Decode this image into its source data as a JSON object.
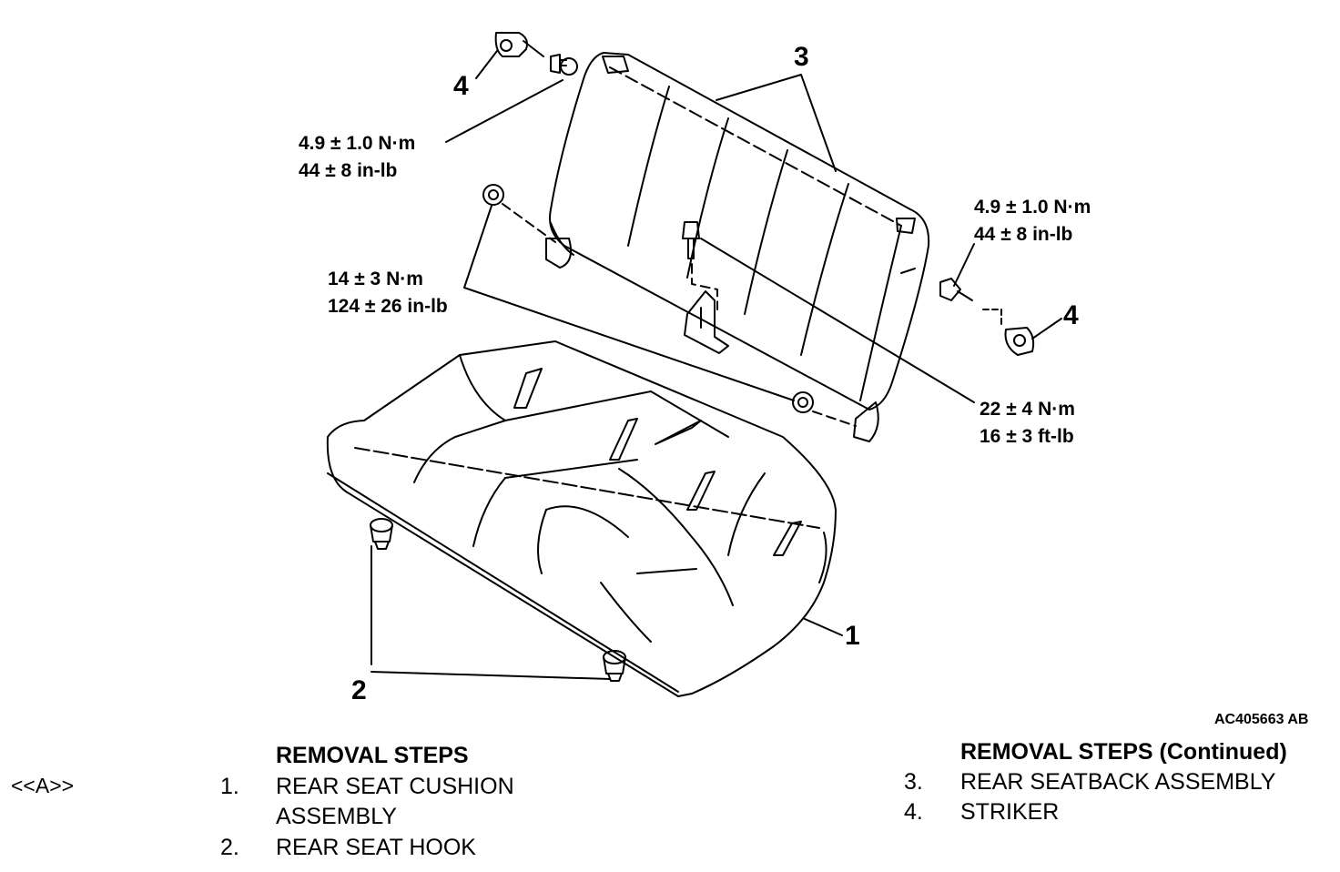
{
  "diagram": {
    "callouts": [
      "1",
      "2",
      "3",
      "4",
      "4"
    ],
    "torque_specs": [
      {
        "metric": "4.9 ± 1.0 N·m",
        "imperial": "44 ± 8 in-lb"
      },
      {
        "metric": "4.9 ± 1.0 N·m",
        "imperial": "44 ± 8 in-lb"
      },
      {
        "metric": "14 ± 3 N·m",
        "imperial": "124 ± 26 in-lb"
      },
      {
        "metric": "22 ± 4 N·m",
        "imperial": "16 ± 3 ft-lb"
      }
    ],
    "figure_code": "AC405663 AB"
  },
  "procedure_ref": "<<A>>",
  "removal_steps": {
    "title": "REMOVAL STEPS",
    "steps": [
      {
        "num": "1.",
        "line1": "REAR SEAT CUSHION",
        "line2": "ASSEMBLY"
      },
      {
        "num": "2.",
        "line1": "REAR SEAT HOOK"
      }
    ]
  },
  "removal_steps_continued": {
    "title": "REMOVAL STEPS (Continued)",
    "steps": [
      {
        "num": "3.",
        "line1": "REAR SEATBACK ASSEMBLY"
      },
      {
        "num": "4.",
        "line1": "STRIKER"
      }
    ]
  }
}
